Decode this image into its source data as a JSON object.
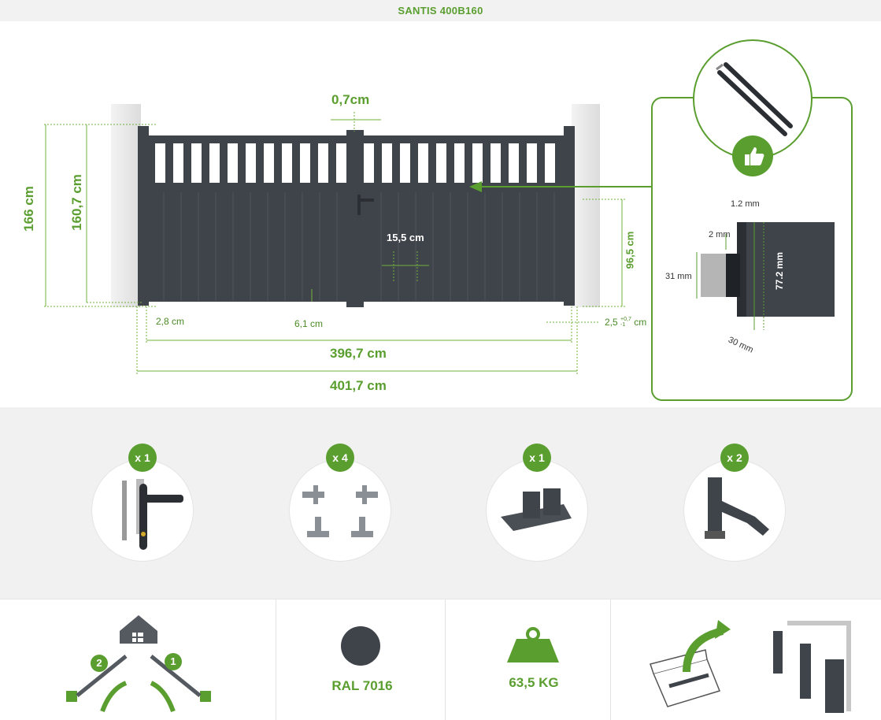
{
  "title": "SANTIS 400B160",
  "dimensions": {
    "top_gap": "0,7cm",
    "height_total": "166 cm",
    "height_gate": "160,7 cm",
    "spacing": "15,5 cm",
    "panel_height": "96,5 cm",
    "left_gap": "2,8 cm",
    "bottom_gap": "6,1 cm",
    "right_gap_prefix": "2,5",
    "right_gap_sup": "+0,7",
    "right_gap_sub": "-1",
    "right_gap_unit": "cm",
    "width_inner": "396,7  cm",
    "width_total": "401,7 cm"
  },
  "profile": {
    "d1": "1.2 mm",
    "d2": "2 mm",
    "d3": "31 mm",
    "d4": "77.2 mm",
    "d5": "30 mm"
  },
  "accessories": [
    {
      "qty": "x 1",
      "icon": "handle-lock-icon"
    },
    {
      "qty": "x 4",
      "icon": "hinges-icon"
    },
    {
      "qty": "x 1",
      "icon": "stop-bracket-icon"
    },
    {
      "qty": "x 2",
      "icon": "gate-stop-icon"
    }
  ],
  "bottom": {
    "color_label": "RAL 7016",
    "weight_label": "63,5 KG",
    "opening_step1": "1",
    "opening_step2": "2"
  },
  "colors": {
    "accent": "#5a9e2f",
    "gate": "#3f434a",
    "pillar": "#e6e6e6"
  }
}
